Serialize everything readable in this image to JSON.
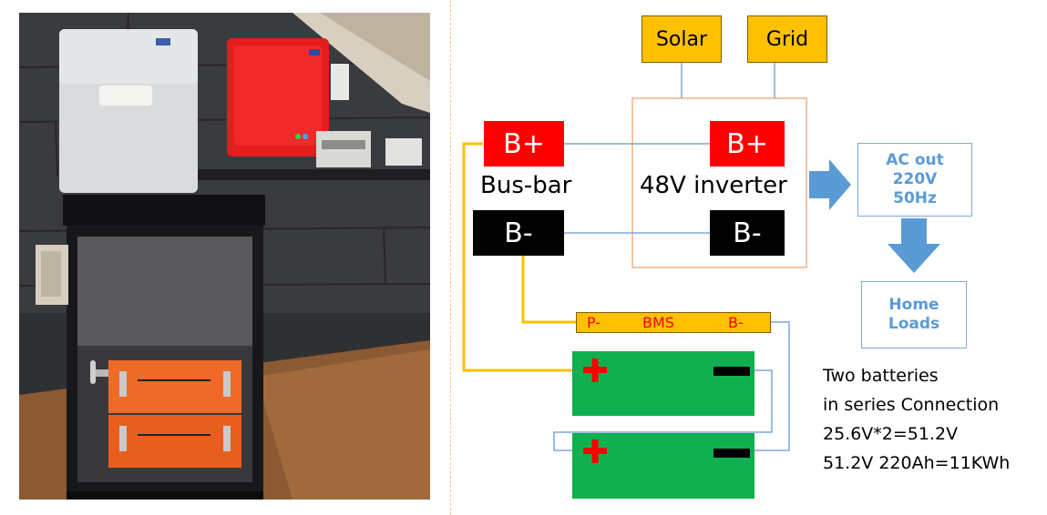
{
  "diagram": {
    "solar_label": "Solar",
    "grid_label": "Grid",
    "busbar_plus": "B+",
    "busbar_minus": "B-",
    "busbar_label": "Bus-bar",
    "inverter_plus": "B+",
    "inverter_minus": "B-",
    "inverter_label": "48V inverter",
    "ac_out": [
      "AC out",
      "220V",
      "50Hz"
    ],
    "home_loads": [
      "Home",
      "Loads"
    ],
    "bms_labels": [
      "P-",
      "BMS",
      "B-"
    ],
    "notes": [
      "Two batteries",
      "in series Connection",
      "25.6V*2=51.2V",
      "51.2V 220Ah=11KWh"
    ]
  },
  "colors": {
    "orange": "#ffc000",
    "red": "#ff0000",
    "black": "#000000",
    "battery_green": "#10b050",
    "arrow_blue": "#5b9bd5",
    "wire_yellow": "#ffc000",
    "wire_blue": "#7fa9d9",
    "inverter_border": "#f4b183"
  }
}
